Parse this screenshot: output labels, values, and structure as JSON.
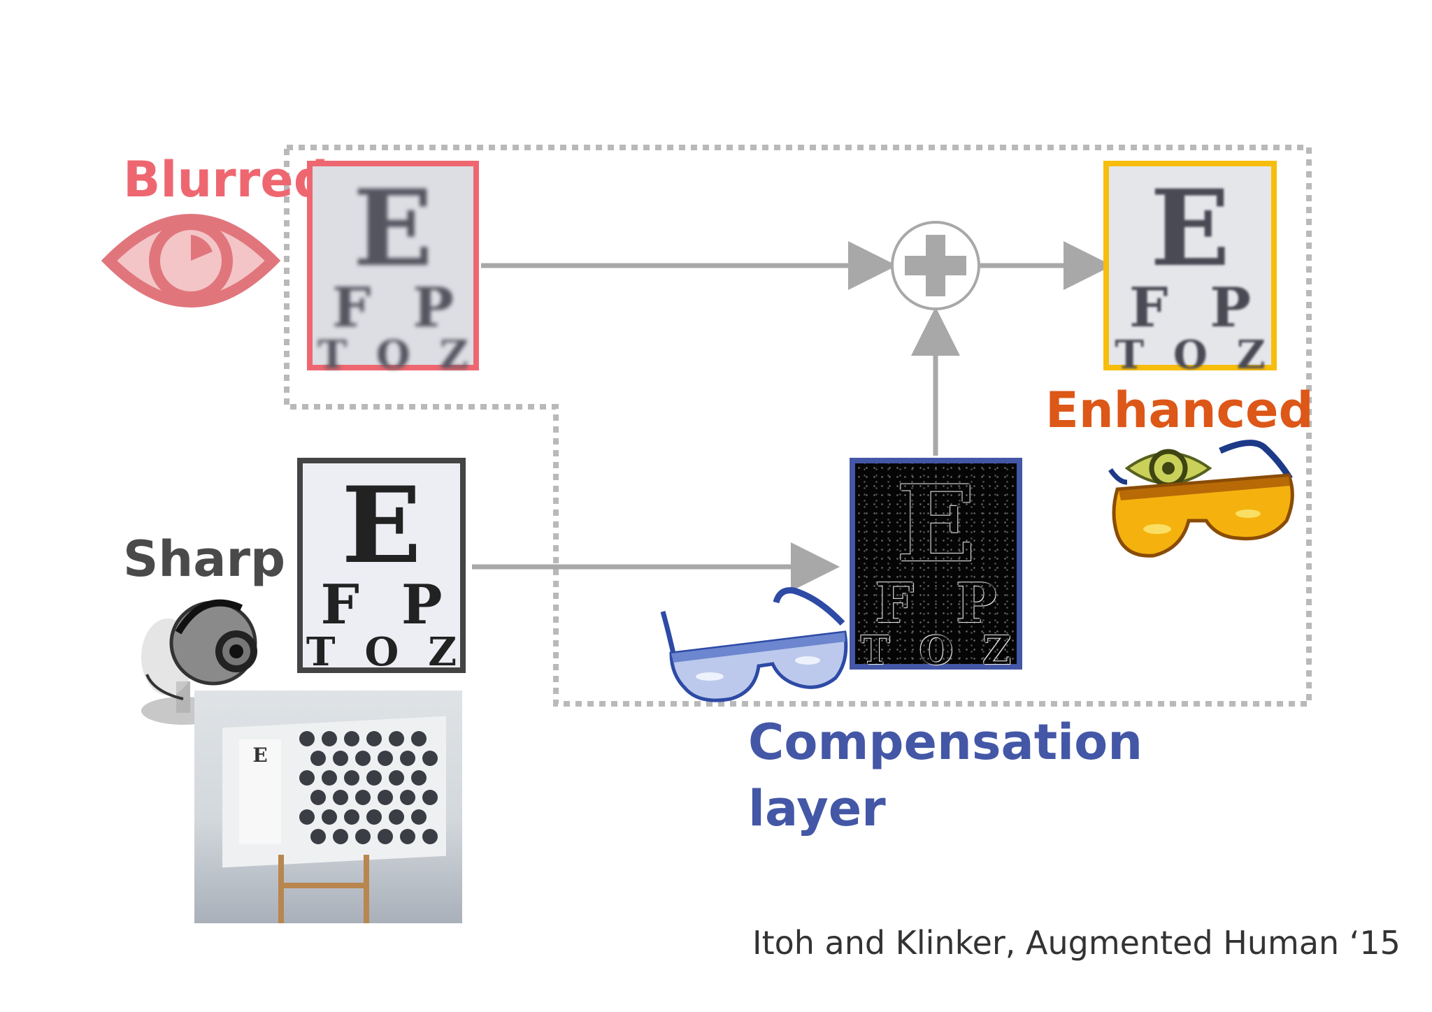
{
  "labels": {
    "blurred": "Blurred",
    "sharp": "Sharp",
    "enhanced": "Enhanced",
    "compensation_line1": "Compensation",
    "compensation_line2": "layer"
  },
  "eye_chart": {
    "row1": "E",
    "row2": "FP",
    "row3": "TOZ"
  },
  "photo_chart_text": "E",
  "citation": "Itoh and Klinker, Augmented Human ‘15",
  "colors": {
    "blurred": "#ee6770",
    "sharp": "#444444",
    "enhanced": "#f7bd0c",
    "enhanced_label": "#dc5718",
    "compensation": "#4357a6",
    "arrows": "#a8a8a8"
  },
  "icons": {
    "blurred_eye": "eye-icon",
    "enhanced_eye": "eye-icon",
    "plus": "plus-circle-icon",
    "webcam": "webcam-icon",
    "blue_glasses": "glasses-icon",
    "yellow_glasses": "glasses-icon"
  }
}
